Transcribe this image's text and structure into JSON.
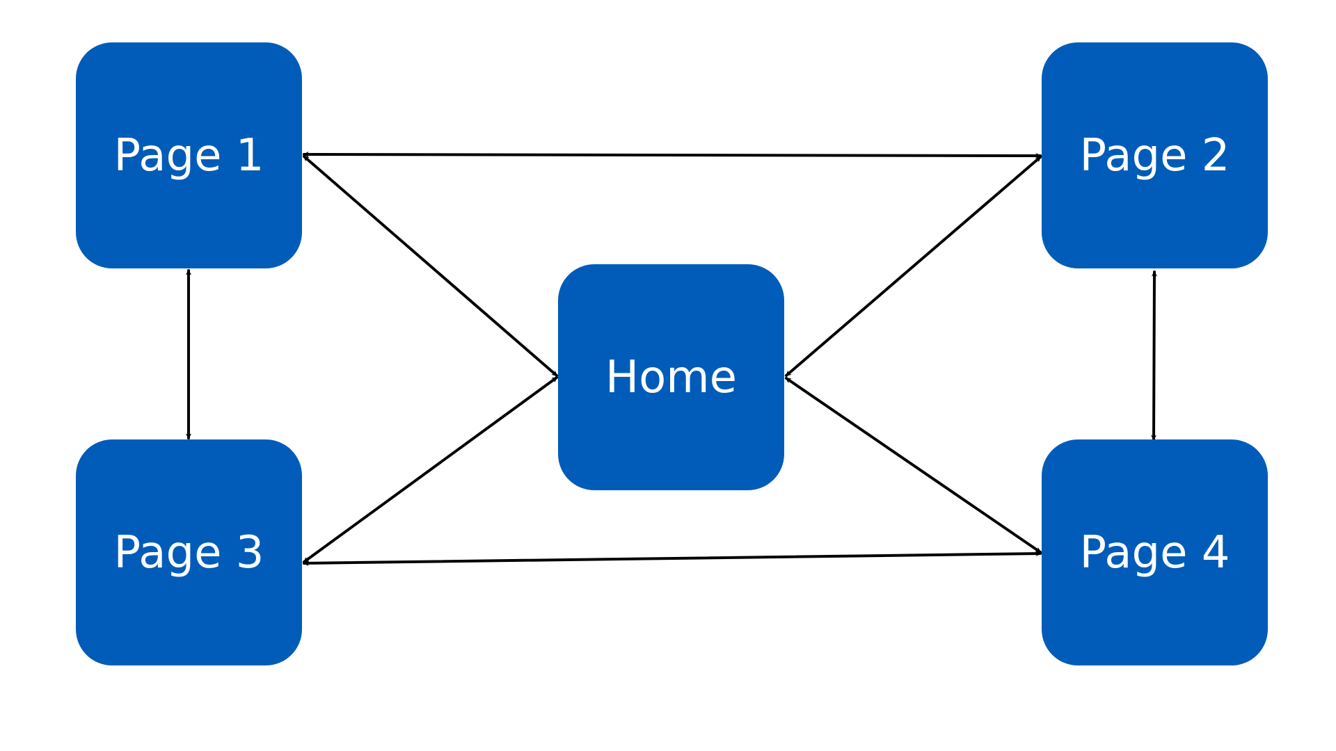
{
  "diagram": {
    "colors": {
      "node_fill": "#005cb8",
      "node_text": "#ffffff",
      "connector": "#000000",
      "background": "#ffffff"
    },
    "nodes": {
      "page1": {
        "label": "Page 1"
      },
      "page2": {
        "label": "Page 2"
      },
      "home": {
        "label": "Home"
      },
      "page3": {
        "label": "Page 3"
      },
      "page4": {
        "label": "Page 4"
      }
    },
    "connectors": [
      {
        "from": "page1",
        "to": "page2",
        "direction": "both"
      },
      {
        "from": "page1",
        "to": "page3",
        "direction": "both"
      },
      {
        "from": "page1",
        "to": "home",
        "direction": "both"
      },
      {
        "from": "page2",
        "to": "home",
        "direction": "both"
      },
      {
        "from": "page2",
        "to": "page4",
        "direction": "both"
      },
      {
        "from": "page3",
        "to": "home",
        "direction": "both"
      },
      {
        "from": "page3",
        "to": "page4",
        "direction": "both"
      },
      {
        "from": "page4",
        "to": "home",
        "direction": "both"
      }
    ]
  }
}
